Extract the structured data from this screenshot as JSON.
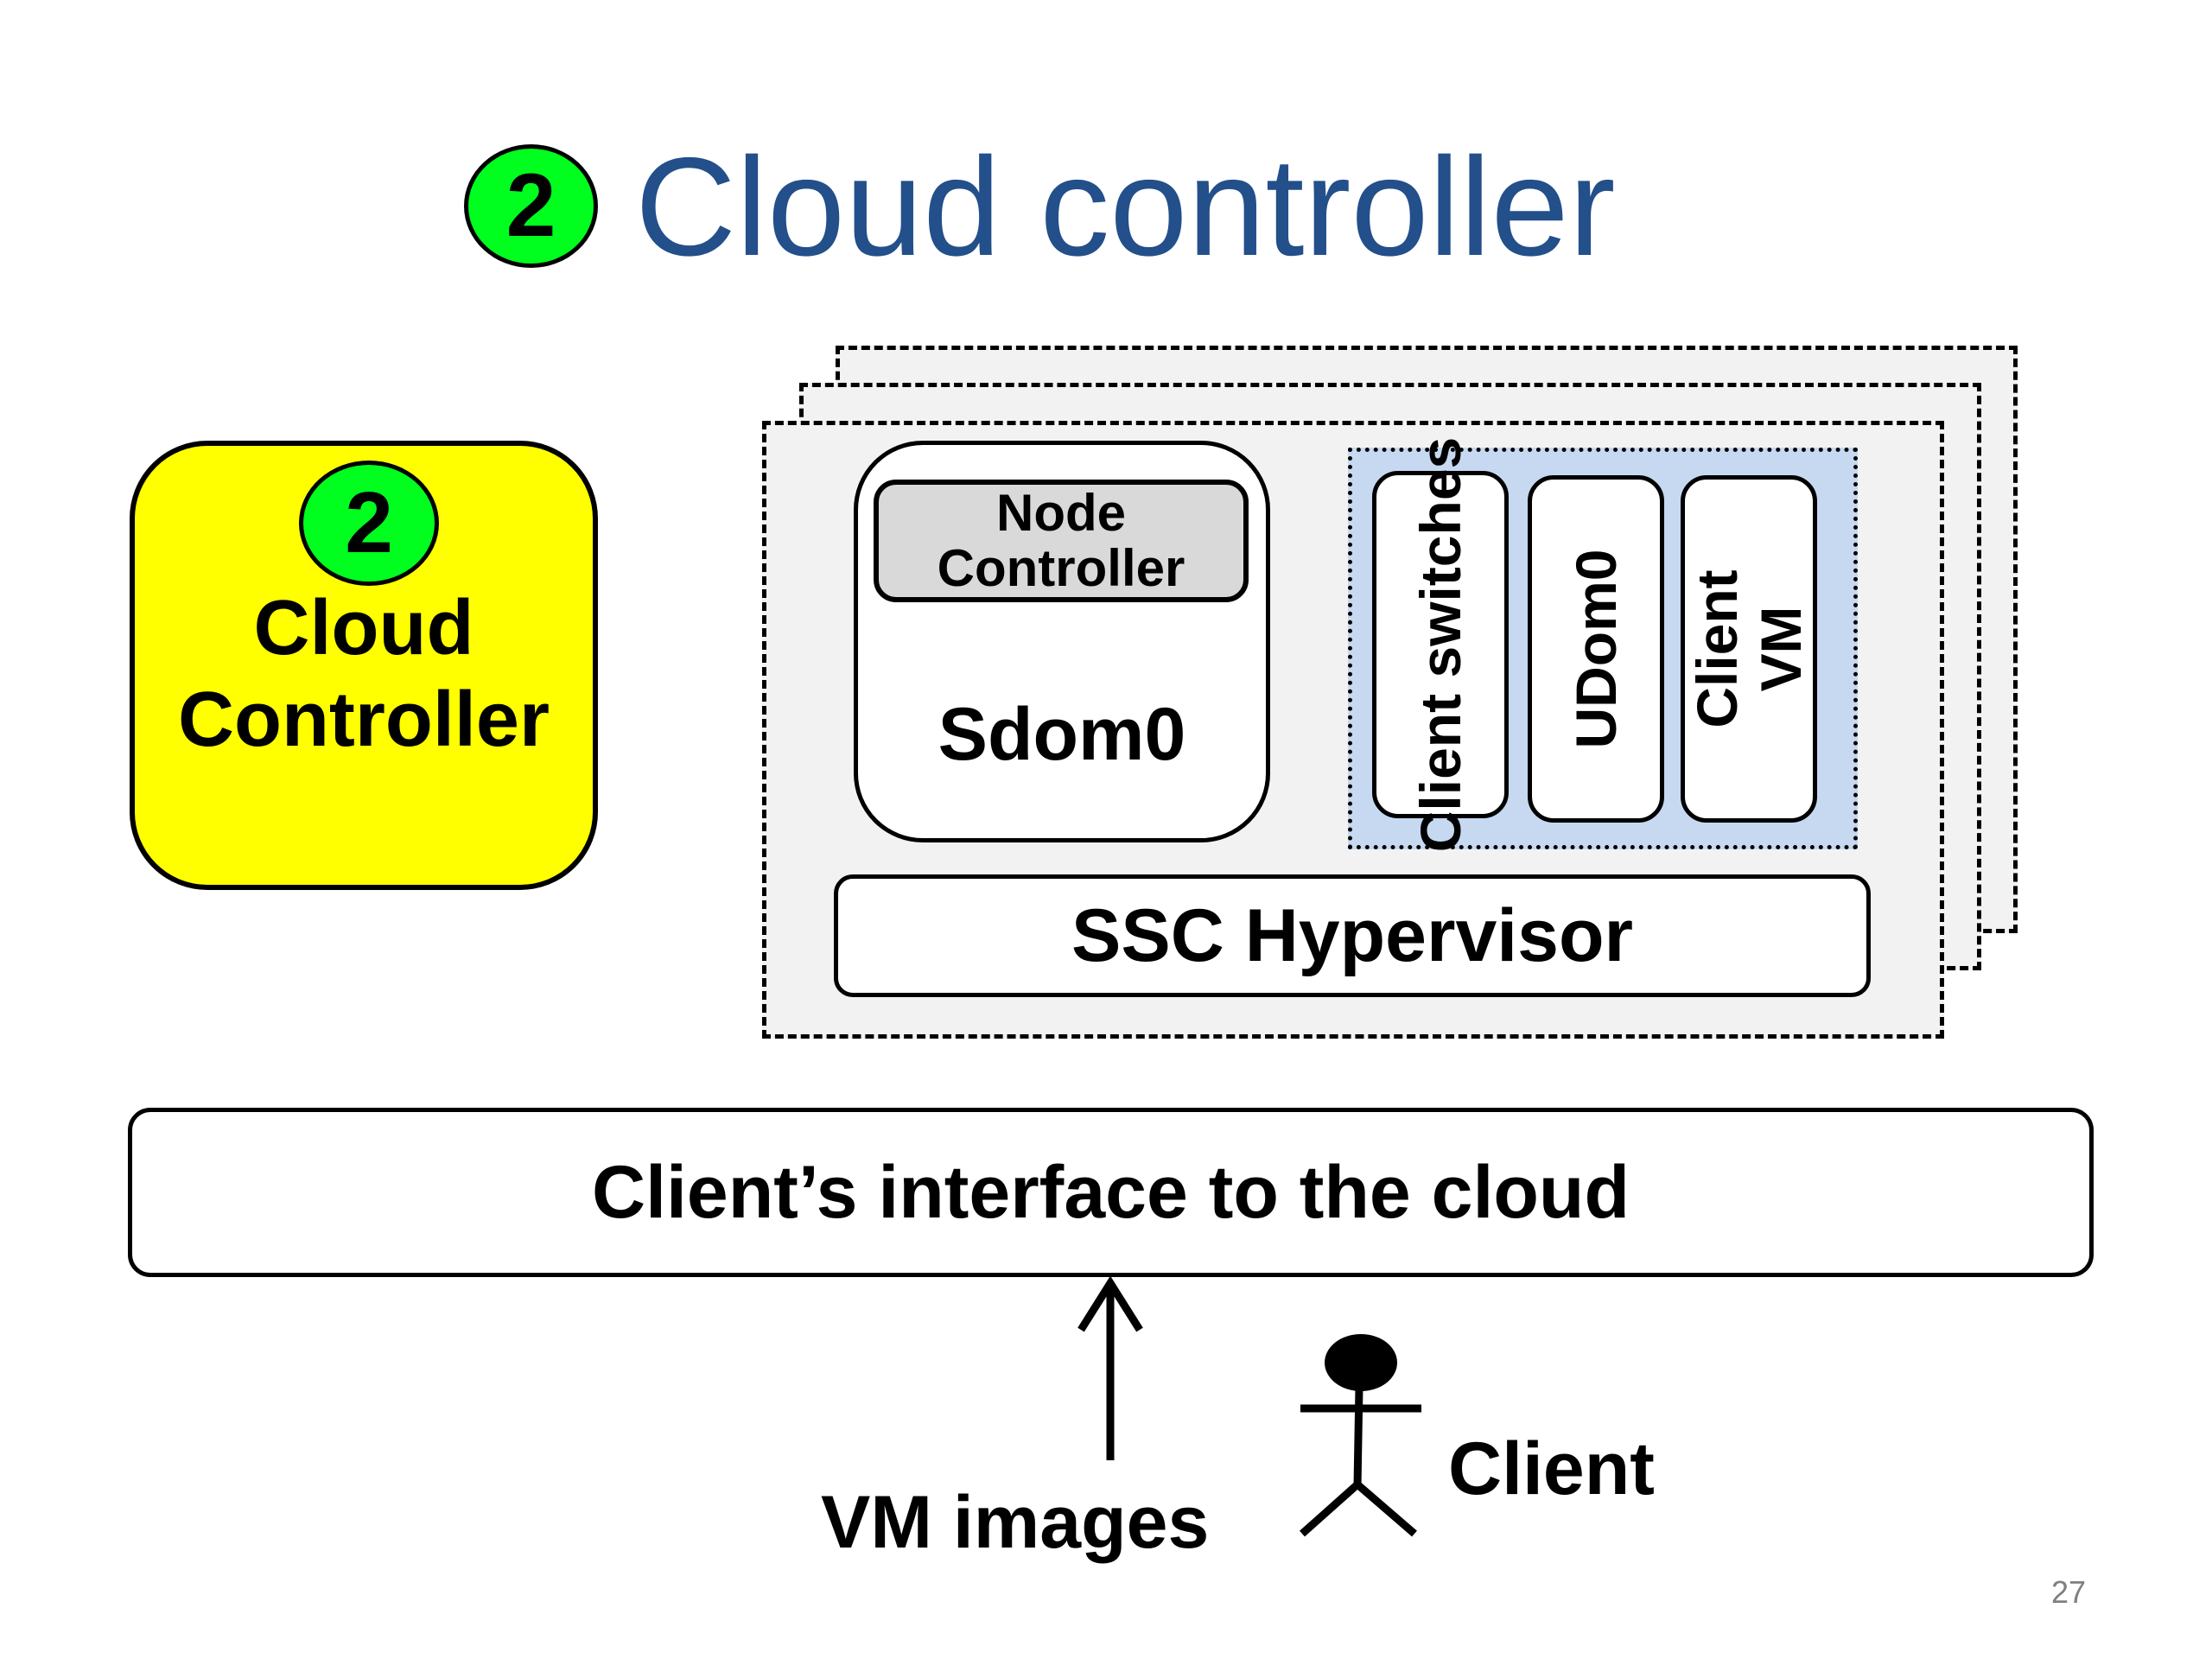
{
  "title": {
    "badge": "2",
    "text": "Cloud controller"
  },
  "cloud_controller": {
    "badge": "2",
    "label": "Cloud\nController",
    "fill": "#ffff00"
  },
  "badge_color": "#00ff1e",
  "title_color": "#234f8a",
  "node": {
    "sdom0": "Sdom0",
    "node_controller": "Node\nController",
    "client_area": {
      "fill": "#c6d9f1",
      "boxes": [
        "Client\nswitches",
        "UDom0",
        "Client VM"
      ]
    },
    "hypervisor": "SSC Hypervisor"
  },
  "interface": "Client’s interface to the cloud",
  "vm_images": "VM images",
  "client": "Client",
  "page_number": "27"
}
